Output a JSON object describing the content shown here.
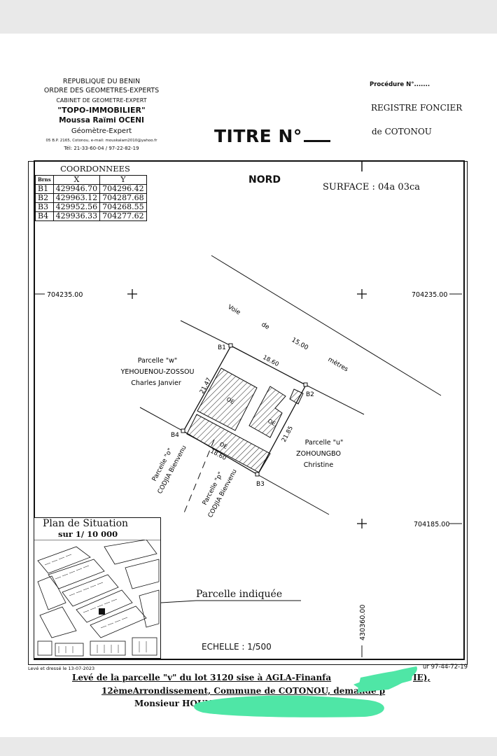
{
  "header": {
    "line1": "REPUBLIQUE DU BENIN",
    "line2": "ORDRE DES GEOMETRES-EXPERTS",
    "line3": "CABINET DE GEOMETRE-EXPERT",
    "firm": "\"TOPO-IMMOBILIER\"",
    "name": "Moussa Raïmi OCENI",
    "role": "Géomètre-Expert",
    "address": "05 B.P. 2165, Cotonou, e-mail: mouskalam2010@yahoo.fr",
    "phone": "Tél: 21-33-60-04 / 97-22-82-19"
  },
  "procedure": "Procédure N°.......",
  "registre": "REGISTRE FONCIER",
  "city": "de COTONOU",
  "title": "TITRE N°",
  "north": "NORD",
  "surface": "SURFACE : 04a 03ca",
  "coords": {
    "heading": "COORDONNEES",
    "col_brns": "Brns",
    "col_x": "X",
    "col_y": "Y",
    "rows": [
      {
        "b": "B1",
        "x": "429946.70",
        "y": "704296.42"
      },
      {
        "b": "B2",
        "x": "429963.12",
        "y": "704287.68"
      },
      {
        "b": "B3",
        "x": "429952.56",
        "y": "704268.55"
      },
      {
        "b": "B4",
        "x": "429936.33",
        "y": "704277.62"
      }
    ]
  },
  "grid": {
    "y_top_left": "704235.00",
    "y_top_right": "704235.00",
    "y_mid_right": "704185.00",
    "x_bottom": "430360.00"
  },
  "plan": {
    "road_1": "Voie",
    "road_2": "de",
    "road_3": "15.00",
    "road_4": "mètres",
    "dim_b1b2": "18.60",
    "dim_b1b4": "21.47",
    "dim_b2b3": "21.85",
    "dim_b3b4": "18.60",
    "b1": "B1",
    "b2": "B2",
    "b3": "B3",
    "b4": "B4",
    "oe": "OE",
    "parcel_w_1": "Parcelle \"w\"",
    "parcel_w_2": "YEHOUENOU-ZOSSOU",
    "parcel_w_3": "Charles Janvier",
    "parcel_u_1": "Parcelle \"u\"",
    "parcel_u_2": "ZOHOUNGBO",
    "parcel_u_3": "Christine",
    "parcel_o_1": "Parcelle \"o\"",
    "parcel_o_2": "CODJIA Bienvenu",
    "parcel_p_1": "Parcelle \"p\"",
    "parcel_p_2": "CODJIA Bienvenu"
  },
  "situation": {
    "title": "Plan de Situation",
    "scale": "sur 1/ 10 000",
    "callout": "Parcelle indiquée"
  },
  "echelle": "ECHELLE : 1/500",
  "footer": {
    "date": "Levé et dressé le 13-07-2023",
    "phone_partial": "ur 97-44-72-19",
    "line1": "Levé de la parcelle \"v\" du lot 3120 sise à AGLA-Finanfa",
    "line1_end": "IE),",
    "line2": "12èmeArrondissement, Commune de COTONOU, demandé p",
    "line3": "Monsieur HOUNI"
  },
  "colors": {
    "highlighter": "#4fe6a6"
  }
}
